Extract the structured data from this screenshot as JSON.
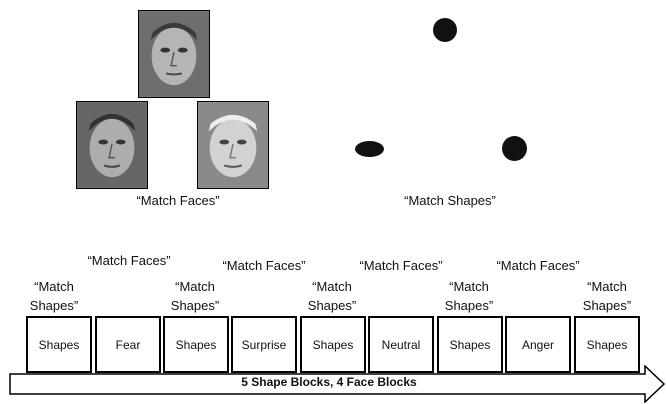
{
  "faces_panel": {
    "caption": "“Match Faces”"
  },
  "shapes_panel": {
    "caption": "“Match Shapes”"
  },
  "face_block_labels": [
    "“Match Faces”",
    "“Match Faces”",
    "“Match Faces”",
    "“Match Faces”"
  ],
  "shape_block_labels": [
    [
      "“Match",
      "Shapes”"
    ],
    [
      "“Match",
      "Shapes”"
    ],
    [
      "“Match",
      "Shapes”"
    ],
    [
      "“Match",
      "Shapes”"
    ],
    [
      "“Match",
      "Shapes”"
    ]
  ],
  "blocks": [
    "Shapes",
    "Fear",
    "Shapes",
    "Surprise",
    "Shapes",
    "Neutral",
    "Shapes",
    "Anger",
    "Shapes"
  ],
  "timeline": {
    "label": "5 Shape Blocks, 4 Face Blocks"
  }
}
